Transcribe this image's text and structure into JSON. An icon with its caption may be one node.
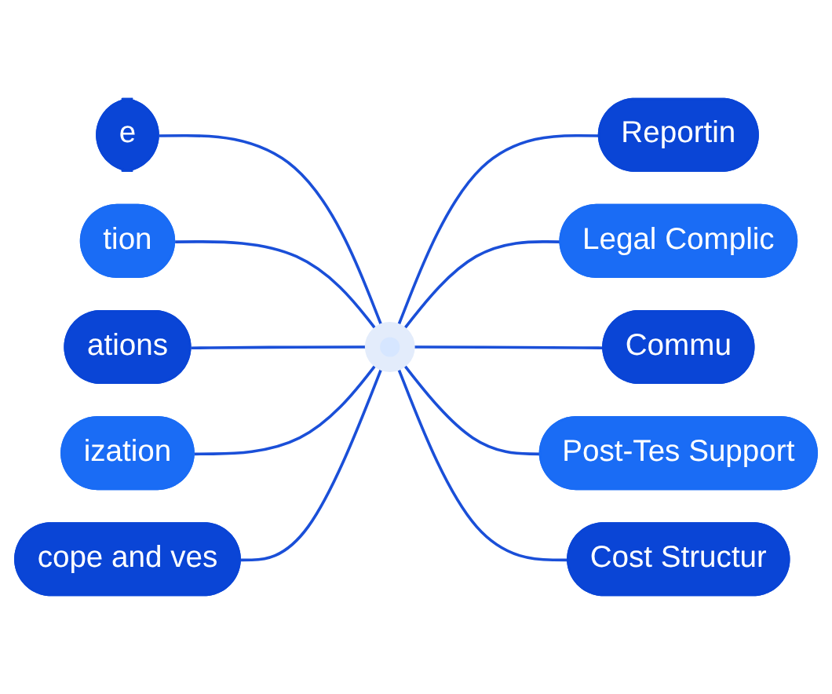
{
  "diagram": {
    "nodes": [
      {
        "text": [
          "e"
        ]
      },
      {
        "text": [
          "tion"
        ]
      },
      {
        "text": [
          "ations"
        ]
      },
      {
        "text": [
          "ization"
        ]
      },
      {
        "text": [
          "cope and ves"
        ]
      },
      {
        "text": [],
        "shape": "circle"
      },
      {
        "text": [
          "Reportin"
        ]
      },
      {
        "text": [
          "Legal Complic"
        ]
      },
      {
        "text": [
          "Commu"
        ]
      },
      {
        "text": [
          "Post-Tes Support"
        ]
      },
      {
        "text": [
          "Cost Structur"
        ]
      }
    ],
    "edges": [
      {
        "from": 0,
        "to": 5,
        "arrow": "none"
      },
      {
        "from": 1,
        "to": 5,
        "arrow": "none"
      },
      {
        "from": 2,
        "to": 5,
        "arrow": "none"
      },
      {
        "from": 3,
        "to": 5,
        "arrow": "none"
      },
      {
        "from": 4,
        "to": 5,
        "arrow": "none"
      },
      {
        "from": 5,
        "to": 6,
        "arrow": "none"
      },
      {
        "from": 5,
        "to": 7,
        "arrow": "none"
      },
      {
        "from": 5,
        "to": 8,
        "arrow": "none"
      },
      {
        "from": 5,
        "to": 9,
        "arrow": "none"
      },
      {
        "from": 5,
        "to": 10,
        "arrow": "none"
      }
    ]
  }
}
